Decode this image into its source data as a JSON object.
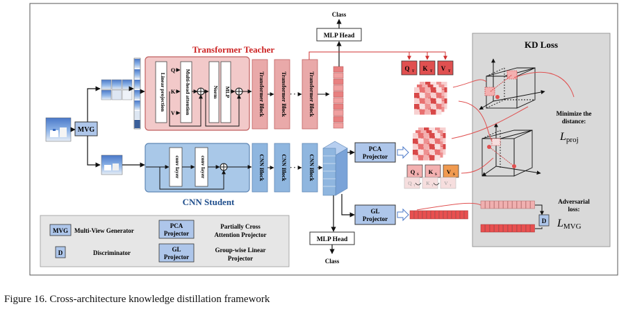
{
  "figure": {
    "caption": "Figure 16. Cross-architecture knowledge distillation framework"
  },
  "colors": {
    "teacher_bg": "#f2c9c9",
    "teacher_border": "#c06060",
    "teacher_title": "#cc2222",
    "block_pink": "#e9a9a9",
    "student_bg": "#a9c8e8",
    "student_border": "#5f87b5",
    "student_title": "#1f4e8c",
    "block_blue": "#8fb6df",
    "projector_bg": "#aec6ea",
    "panel_gray": "#d9d9d9",
    "qkv_red": "#e05050",
    "qkv_pink": "#f3b0b0",
    "qkv_orange": "#f09a50"
  },
  "input": {
    "mvg_label": "MVG"
  },
  "teacher": {
    "title": "Transformer Teacher",
    "linear_projection": "Linear projection",
    "mha": "Multi-head attention",
    "norm": "Norm",
    "mlp": "MLP",
    "q": "Q",
    "k": "K",
    "v": "V",
    "blocks": [
      "Transformer Block",
      "Transformer Block",
      "Transformer Block"
    ],
    "dots": "· · ·"
  },
  "student": {
    "title": "CNN Student",
    "conv1": "conv layer",
    "conv2": "conv layer",
    "blocks": [
      "CNN Block",
      "CNN Block",
      "CNN Block"
    ],
    "dots": "· · ·"
  },
  "heads": {
    "top_head": "MLP Head",
    "top_class": "Class",
    "bottom_head": "MLP Head",
    "bottom_class": "Class"
  },
  "qkv": {
    "teacher": [
      {
        "main": "Q",
        "sub": "T"
      },
      {
        "main": "K",
        "sub": "T"
      },
      {
        "main": "V",
        "sub": "T"
      }
    ],
    "student": [
      {
        "main": "Q",
        "sub": "S"
      },
      {
        "main": "K",
        "sub": "S"
      },
      {
        "main": "V",
        "sub": "S"
      }
    ],
    "student_faded": [
      {
        "main": "Q",
        "sub": "T"
      },
      {
        "main": "K",
        "sub": "T"
      },
      {
        "main": "V",
        "sub": "T"
      }
    ]
  },
  "projectors": {
    "pca_line1": "PCA",
    "pca_line2": "Projector",
    "gl_line1": "GL",
    "gl_line2": "Projector"
  },
  "kd_loss": {
    "title": "KD Loss",
    "minimize_line1": "Minimize the",
    "minimize_line2": "distance:",
    "proj_symbol": "L",
    "proj_sub": "proj",
    "adv_line1": "Adversarial",
    "adv_line2": "loss:",
    "mvg_symbol": "L",
    "mvg_sub": "MVG",
    "d_label": "D"
  },
  "legend": {
    "items": [
      {
        "box": "MVG",
        "text": "Multi-View Generator"
      },
      {
        "box_line1": "PCA",
        "box_line2": "Projector",
        "text_line1": "Partially Cross",
        "text_line2": "Attention Projector"
      },
      {
        "box": "D",
        "text": "Discriminator"
      },
      {
        "box_line1": "GL",
        "box_line2": "Projector",
        "text_line1": "Group-wise Linear",
        "text_line2": "Projector"
      }
    ]
  }
}
